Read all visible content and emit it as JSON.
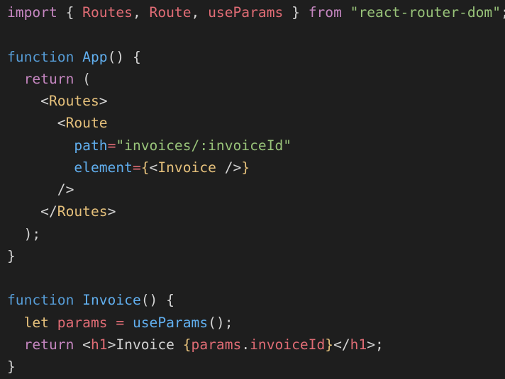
{
  "theme": {
    "background": "#1e1e1e",
    "default_text": "#d4d4d4",
    "keyword_import": "#c586c0",
    "keyword": "#569cd6",
    "function_name": "#61afef",
    "identifier": "#e06c75",
    "string": "#98c379",
    "jsx_tag": "#e5c07b"
  },
  "code": {
    "lines": [
      [
        {
          "c": "kw-import",
          "t": "import"
        },
        {
          "c": "punct",
          "t": " { "
        },
        {
          "c": "imp",
          "t": "Routes"
        },
        {
          "c": "punct",
          "t": ", "
        },
        {
          "c": "imp",
          "t": "Route"
        },
        {
          "c": "punct",
          "t": ", "
        },
        {
          "c": "imp",
          "t": "useParams"
        },
        {
          "c": "punct",
          "t": " } "
        },
        {
          "c": "kw-import",
          "t": "from"
        },
        {
          "c": "punct",
          "t": " "
        },
        {
          "c": "str",
          "t": "\"react-router-dom\""
        },
        {
          "c": "punct",
          "t": ";"
        }
      ],
      [],
      [
        {
          "c": "kw",
          "t": "function"
        },
        {
          "c": "punct",
          "t": " "
        },
        {
          "c": "fn",
          "t": "App"
        },
        {
          "c": "punct",
          "t": "() {"
        }
      ],
      [
        {
          "c": "punct",
          "t": "  "
        },
        {
          "c": "kw-import",
          "t": "return"
        },
        {
          "c": "punct",
          "t": " ("
        }
      ],
      [
        {
          "c": "punct",
          "t": "    <"
        },
        {
          "c": "tag",
          "t": "Routes"
        },
        {
          "c": "punct",
          "t": ">"
        }
      ],
      [
        {
          "c": "punct",
          "t": "      <"
        },
        {
          "c": "tag",
          "t": "Route"
        }
      ],
      [
        {
          "c": "punct",
          "t": "        "
        },
        {
          "c": "attr",
          "t": "path"
        },
        {
          "c": "op",
          "t": "="
        },
        {
          "c": "str",
          "t": "\"invoices/:invoiceId\""
        }
      ],
      [
        {
          "c": "punct",
          "t": "        "
        },
        {
          "c": "attr",
          "t": "element"
        },
        {
          "c": "op",
          "t": "="
        },
        {
          "c": "brace",
          "t": "{"
        },
        {
          "c": "punct",
          "t": "<"
        },
        {
          "c": "tag",
          "t": "Invoice"
        },
        {
          "c": "punct",
          "t": " />"
        },
        {
          "c": "brace",
          "t": "}"
        }
      ],
      [
        {
          "c": "punct",
          "t": "      />"
        }
      ],
      [
        {
          "c": "punct",
          "t": "    </"
        },
        {
          "c": "tag",
          "t": "Routes"
        },
        {
          "c": "punct",
          "t": ">"
        }
      ],
      [
        {
          "c": "punct",
          "t": "  );"
        }
      ],
      [
        {
          "c": "punct",
          "t": "}"
        }
      ],
      [],
      [
        {
          "c": "kw",
          "t": "function"
        },
        {
          "c": "punct",
          "t": " "
        },
        {
          "c": "fn",
          "t": "Invoice"
        },
        {
          "c": "punct",
          "t": "() {"
        }
      ],
      [
        {
          "c": "punct",
          "t": "  "
        },
        {
          "c": "tag",
          "t": "let"
        },
        {
          "c": "punct",
          "t": " "
        },
        {
          "c": "var",
          "t": "params"
        },
        {
          "c": "punct",
          "t": " "
        },
        {
          "c": "op",
          "t": "="
        },
        {
          "c": "punct",
          "t": " "
        },
        {
          "c": "fn",
          "t": "useParams"
        },
        {
          "c": "punct",
          "t": "();"
        }
      ],
      [
        {
          "c": "punct",
          "t": "  "
        },
        {
          "c": "kw-import",
          "t": "return"
        },
        {
          "c": "punct",
          "t": " <"
        },
        {
          "c": "var",
          "t": "h1"
        },
        {
          "c": "punct",
          "t": ">Invoice "
        },
        {
          "c": "brace",
          "t": "{"
        },
        {
          "c": "var",
          "t": "params"
        },
        {
          "c": "punct",
          "t": "."
        },
        {
          "c": "var",
          "t": "invoiceId"
        },
        {
          "c": "brace",
          "t": "}"
        },
        {
          "c": "punct",
          "t": "</"
        },
        {
          "c": "var",
          "t": "h1"
        },
        {
          "c": "punct",
          "t": ">;"
        }
      ],
      [
        {
          "c": "punct",
          "t": "}"
        }
      ]
    ]
  }
}
